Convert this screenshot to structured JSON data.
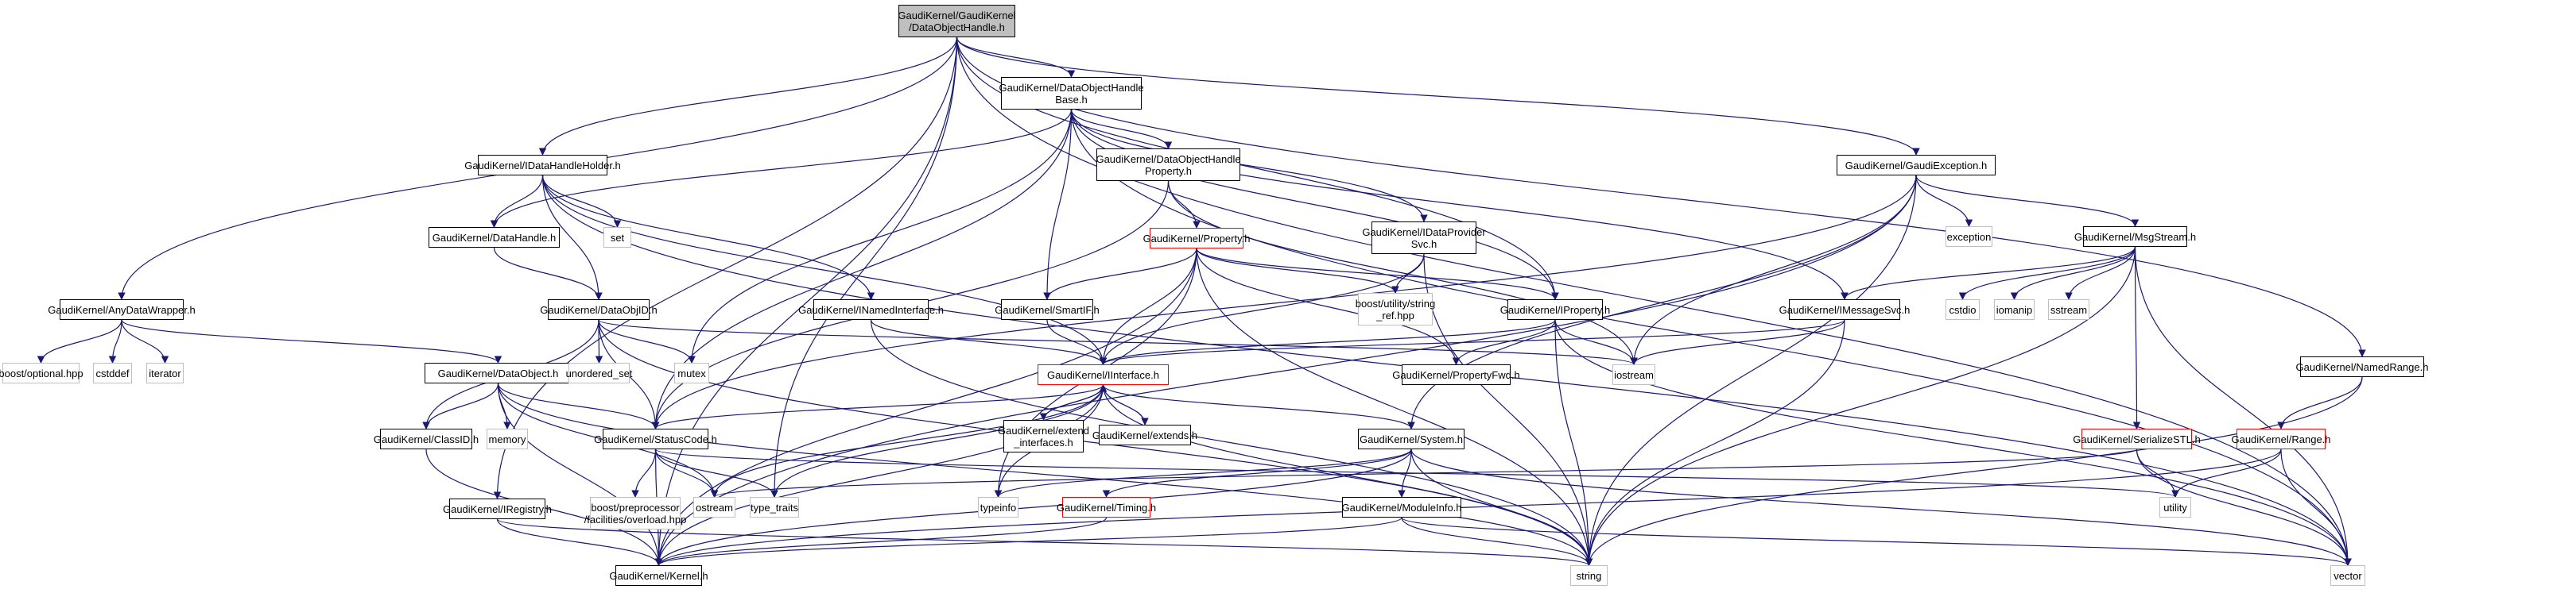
{
  "title": "GaudiKernel/GaudiKernel/DataObjectHandle.h include dependency graph",
  "colors": {
    "edge": "#191970",
    "root_fill": "#bfbfbf",
    "normal_border": "#000000",
    "external_border": "#bfbfbf",
    "truncated_border": "#ff0000"
  },
  "nodes": [
    {
      "id": "root",
      "label": "GaudiKernel/GaudiKernel\n/DataObjectHandle.h",
      "kind": "root"
    },
    {
      "id": "dohb",
      "label": "GaudiKernel/DataObjectHandle\nBase.h",
      "kind": "normal"
    },
    {
      "id": "idhh",
      "label": "GaudiKernel/IDataHandleHolder.h",
      "kind": "normal"
    },
    {
      "id": "dohp",
      "label": "GaudiKernel/DataObjectHandle\nProperty.h",
      "kind": "normal"
    },
    {
      "id": "gexc",
      "label": "GaudiKernel/GaudiException.h",
      "kind": "normal"
    },
    {
      "id": "dh",
      "label": "GaudiKernel/DataHandle.h",
      "kind": "normal"
    },
    {
      "id": "set",
      "label": "set",
      "kind": "external"
    },
    {
      "id": "prop",
      "label": "GaudiKernel/Property.h",
      "kind": "truncated"
    },
    {
      "id": "idps",
      "label": "GaudiKernel/IDataProvider\nSvc.h",
      "kind": "normal"
    },
    {
      "id": "exception",
      "label": "exception",
      "kind": "external"
    },
    {
      "id": "msgs",
      "label": "GaudiKernel/MsgStream.h",
      "kind": "normal"
    },
    {
      "id": "adw",
      "label": "GaudiKernel/AnyDataWrapper.h",
      "kind": "normal"
    },
    {
      "id": "doid",
      "label": "GaudiKernel/DataObjID.h",
      "kind": "normal"
    },
    {
      "id": "ini",
      "label": "GaudiKernel/INamedInterface.h",
      "kind": "normal"
    },
    {
      "id": "sif",
      "label": "GaudiKernel/SmartIF.h",
      "kind": "normal"
    },
    {
      "id": "bsr",
      "label": "boost/utility/string\n_ref.hpp",
      "kind": "external"
    },
    {
      "id": "iprop",
      "label": "GaudiKernel/IProperty.h",
      "kind": "normal"
    },
    {
      "id": "imsg",
      "label": "GaudiKernel/IMessageSvc.h",
      "kind": "normal"
    },
    {
      "id": "cstdio",
      "label": "cstdio",
      "kind": "external"
    },
    {
      "id": "iomanip",
      "label": "iomanip",
      "kind": "external"
    },
    {
      "id": "sstream",
      "label": "sstream",
      "kind": "external"
    },
    {
      "id": "bopt",
      "label": "boost/optional.hpp",
      "kind": "external"
    },
    {
      "id": "cstddef",
      "label": "cstddef",
      "kind": "external"
    },
    {
      "id": "iterator",
      "label": "iterator",
      "kind": "external"
    },
    {
      "id": "dobj",
      "label": "GaudiKernel/DataObject.h",
      "kind": "normal"
    },
    {
      "id": "uset",
      "label": "unordered_set",
      "kind": "external"
    },
    {
      "id": "mutex",
      "label": "mutex",
      "kind": "external"
    },
    {
      "id": "iif",
      "label": "GaudiKernel/IInterface.h",
      "kind": "truncated"
    },
    {
      "id": "pfwd",
      "label": "GaudiKernel/PropertyFwd.h",
      "kind": "normal"
    },
    {
      "id": "iostream",
      "label": "iostream",
      "kind": "external"
    },
    {
      "id": "nrange",
      "label": "GaudiKernel/NamedRange.h",
      "kind": "normal"
    },
    {
      "id": "clid",
      "label": "GaudiKernel/ClassID.h",
      "kind": "normal"
    },
    {
      "id": "memory",
      "label": "memory",
      "kind": "external"
    },
    {
      "id": "sc",
      "label": "GaudiKernel/StatusCode.h",
      "kind": "normal"
    },
    {
      "id": "extif",
      "label": "GaudiKernel/extend\n_interfaces.h",
      "kind": "normal"
    },
    {
      "id": "extends",
      "label": "GaudiKernel/extends.h",
      "kind": "normal"
    },
    {
      "id": "sys",
      "label": "GaudiKernel/System.h",
      "kind": "normal"
    },
    {
      "id": "sstl",
      "label": "GaudiKernel/SerializeSTL.h",
      "kind": "truncated"
    },
    {
      "id": "range",
      "label": "GaudiKernel/Range.h",
      "kind": "truncated"
    },
    {
      "id": "bpp",
      "label": "boost/preprocessor\n/facilities/overload.hpp",
      "kind": "external"
    },
    {
      "id": "ostream",
      "label": "ostream",
      "kind": "external"
    },
    {
      "id": "ttraits",
      "label": "type_traits",
      "kind": "external"
    },
    {
      "id": "typeinfo",
      "label": "typeinfo",
      "kind": "external"
    },
    {
      "id": "timing",
      "label": "GaudiKernel/Timing.h",
      "kind": "truncated"
    },
    {
      "id": "minfo",
      "label": "GaudiKernel/ModuleInfo.h",
      "kind": "normal"
    },
    {
      "id": "utility",
      "label": "utility",
      "kind": "external"
    },
    {
      "id": "ireg",
      "label": "GaudiKernel/IRegistry.h",
      "kind": "normal"
    },
    {
      "id": "kernel",
      "label": "GaudiKernel/Kernel.h",
      "kind": "normal"
    },
    {
      "id": "string",
      "label": "string",
      "kind": "external"
    },
    {
      "id": "vector",
      "label": "vector",
      "kind": "external"
    }
  ],
  "edges": [
    [
      "root",
      "dohb"
    ],
    [
      "root",
      "idhh"
    ],
    [
      "root",
      "adw"
    ],
    [
      "root",
      "gexc"
    ],
    [
      "root",
      "iprop"
    ],
    [
      "root",
      "nrange"
    ],
    [
      "root",
      "ttraits"
    ],
    [
      "root",
      "ireg"
    ],
    [
      "root",
      "vector"
    ],
    [
      "root",
      "kernel"
    ],
    [
      "dohb",
      "dh"
    ],
    [
      "dohb",
      "dohp"
    ],
    [
      "dohb",
      "idps"
    ],
    [
      "dohb",
      "iprop"
    ],
    [
      "dohb",
      "sif"
    ],
    [
      "dohb",
      "mutex"
    ],
    [
      "dohb",
      "imsg"
    ],
    [
      "dohb",
      "sc"
    ],
    [
      "dohb",
      "vector"
    ],
    [
      "idhh",
      "dh"
    ],
    [
      "idhh",
      "set"
    ],
    [
      "idhh",
      "doid"
    ],
    [
      "idhh",
      "ini"
    ],
    [
      "idhh",
      "iif"
    ],
    [
      "idhh",
      "vector"
    ],
    [
      "dohp",
      "prop"
    ],
    [
      "dohp",
      "sc"
    ],
    [
      "dohp",
      "iostream"
    ],
    [
      "gexc",
      "msgs"
    ],
    [
      "gexc",
      "exception"
    ],
    [
      "gexc",
      "sc"
    ],
    [
      "gexc",
      "sys"
    ],
    [
      "gexc",
      "string"
    ],
    [
      "gexc",
      "iostream"
    ],
    [
      "gexc",
      "kernel"
    ],
    [
      "dh",
      "doid"
    ],
    [
      "prop",
      "sif"
    ],
    [
      "prop",
      "iprop"
    ],
    [
      "prop",
      "bsr"
    ],
    [
      "prop",
      "pfwd"
    ],
    [
      "prop",
      "kernel"
    ],
    [
      "prop",
      "string"
    ],
    [
      "prop",
      "typeinfo"
    ],
    [
      "prop",
      "iif"
    ],
    [
      "idps",
      "bsr"
    ],
    [
      "idps",
      "iif"
    ],
    [
      "idps",
      "string"
    ],
    [
      "msgs",
      "imsg"
    ],
    [
      "msgs",
      "cstdio"
    ],
    [
      "msgs",
      "iomanip"
    ],
    [
      "msgs",
      "sstream"
    ],
    [
      "msgs",
      "sstl"
    ],
    [
      "msgs",
      "string"
    ],
    [
      "msgs",
      "vector"
    ],
    [
      "adw",
      "bopt"
    ],
    [
      "adw",
      "cstddef"
    ],
    [
      "adw",
      "iterator"
    ],
    [
      "adw",
      "dobj"
    ],
    [
      "doid",
      "clid"
    ],
    [
      "doid",
      "uset"
    ],
    [
      "doid",
      "mutex"
    ],
    [
      "doid",
      "sc"
    ],
    [
      "doid",
      "iostream"
    ],
    [
      "doid",
      "string"
    ],
    [
      "ini",
      "iif"
    ],
    [
      "ini",
      "string"
    ],
    [
      "sif",
      "iif"
    ],
    [
      "iprop",
      "pfwd"
    ],
    [
      "iprop",
      "iostream"
    ],
    [
      "iprop",
      "iif"
    ],
    [
      "iprop",
      "string"
    ],
    [
      "iprop",
      "vector"
    ],
    [
      "imsg",
      "iif"
    ],
    [
      "imsg",
      "iostream"
    ],
    [
      "imsg",
      "string"
    ],
    [
      "dobj",
      "clid"
    ],
    [
      "dobj",
      "memory"
    ],
    [
      "dobj",
      "sc"
    ],
    [
      "dobj",
      "ostream"
    ],
    [
      "dobj",
      "string"
    ],
    [
      "dobj",
      "kernel"
    ],
    [
      "iif",
      "sc"
    ],
    [
      "iif",
      "extif"
    ],
    [
      "iif",
      "extends"
    ],
    [
      "iif",
      "sys"
    ],
    [
      "iif",
      "typeinfo"
    ],
    [
      "iif",
      "ostream"
    ],
    [
      "iif",
      "ttraits"
    ],
    [
      "iif",
      "kernel"
    ],
    [
      "iif",
      "string"
    ],
    [
      "extif",
      "iif"
    ],
    [
      "extends",
      "iif"
    ],
    [
      "nrange",
      "range"
    ],
    [
      "nrange",
      "string"
    ],
    [
      "clid",
      "kernel"
    ],
    [
      "sc",
      "bpp"
    ],
    [
      "sc",
      "ostream"
    ],
    [
      "sc",
      "ttraits"
    ],
    [
      "sc",
      "kernel"
    ],
    [
      "sc",
      "utility"
    ],
    [
      "sys",
      "minfo"
    ],
    [
      "sys",
      "timing"
    ],
    [
      "sys",
      "typeinfo"
    ],
    [
      "sys",
      "kernel"
    ],
    [
      "sys",
      "string"
    ],
    [
      "sys",
      "vector"
    ],
    [
      "sstl",
      "utility"
    ],
    [
      "sstl",
      "ostream"
    ],
    [
      "sstl",
      "vector"
    ],
    [
      "range",
      "utility"
    ],
    [
      "range",
      "vector"
    ],
    [
      "range",
      "kernel"
    ],
    [
      "timing",
      "kernel"
    ],
    [
      "minfo",
      "kernel"
    ],
    [
      "minfo",
      "string"
    ],
    [
      "minfo",
      "vector"
    ],
    [
      "ireg",
      "kernel"
    ],
    [
      "ireg",
      "string"
    ]
  ]
}
